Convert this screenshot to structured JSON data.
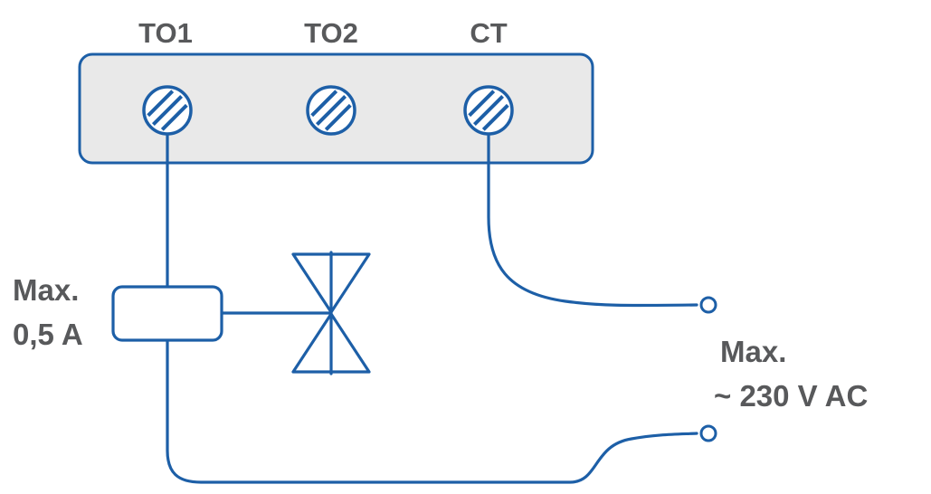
{
  "diagram": {
    "terminal_block": {
      "terminals": [
        {
          "label": "TO1"
        },
        {
          "label": "TO2"
        },
        {
          "label": "CT"
        }
      ]
    },
    "fuse_rating": {
      "line1": "Max.",
      "line2": "0,5 A"
    },
    "supply_rating": {
      "line1": "Max.",
      "line2": "~ 230 V AC"
    },
    "colors": {
      "wire": "#1d5fa7",
      "terminal_block_fill": "#e9e9e9",
      "component_fill": "#ffffff",
      "label_text": "#58595b",
      "background": "#ffffff"
    }
  }
}
